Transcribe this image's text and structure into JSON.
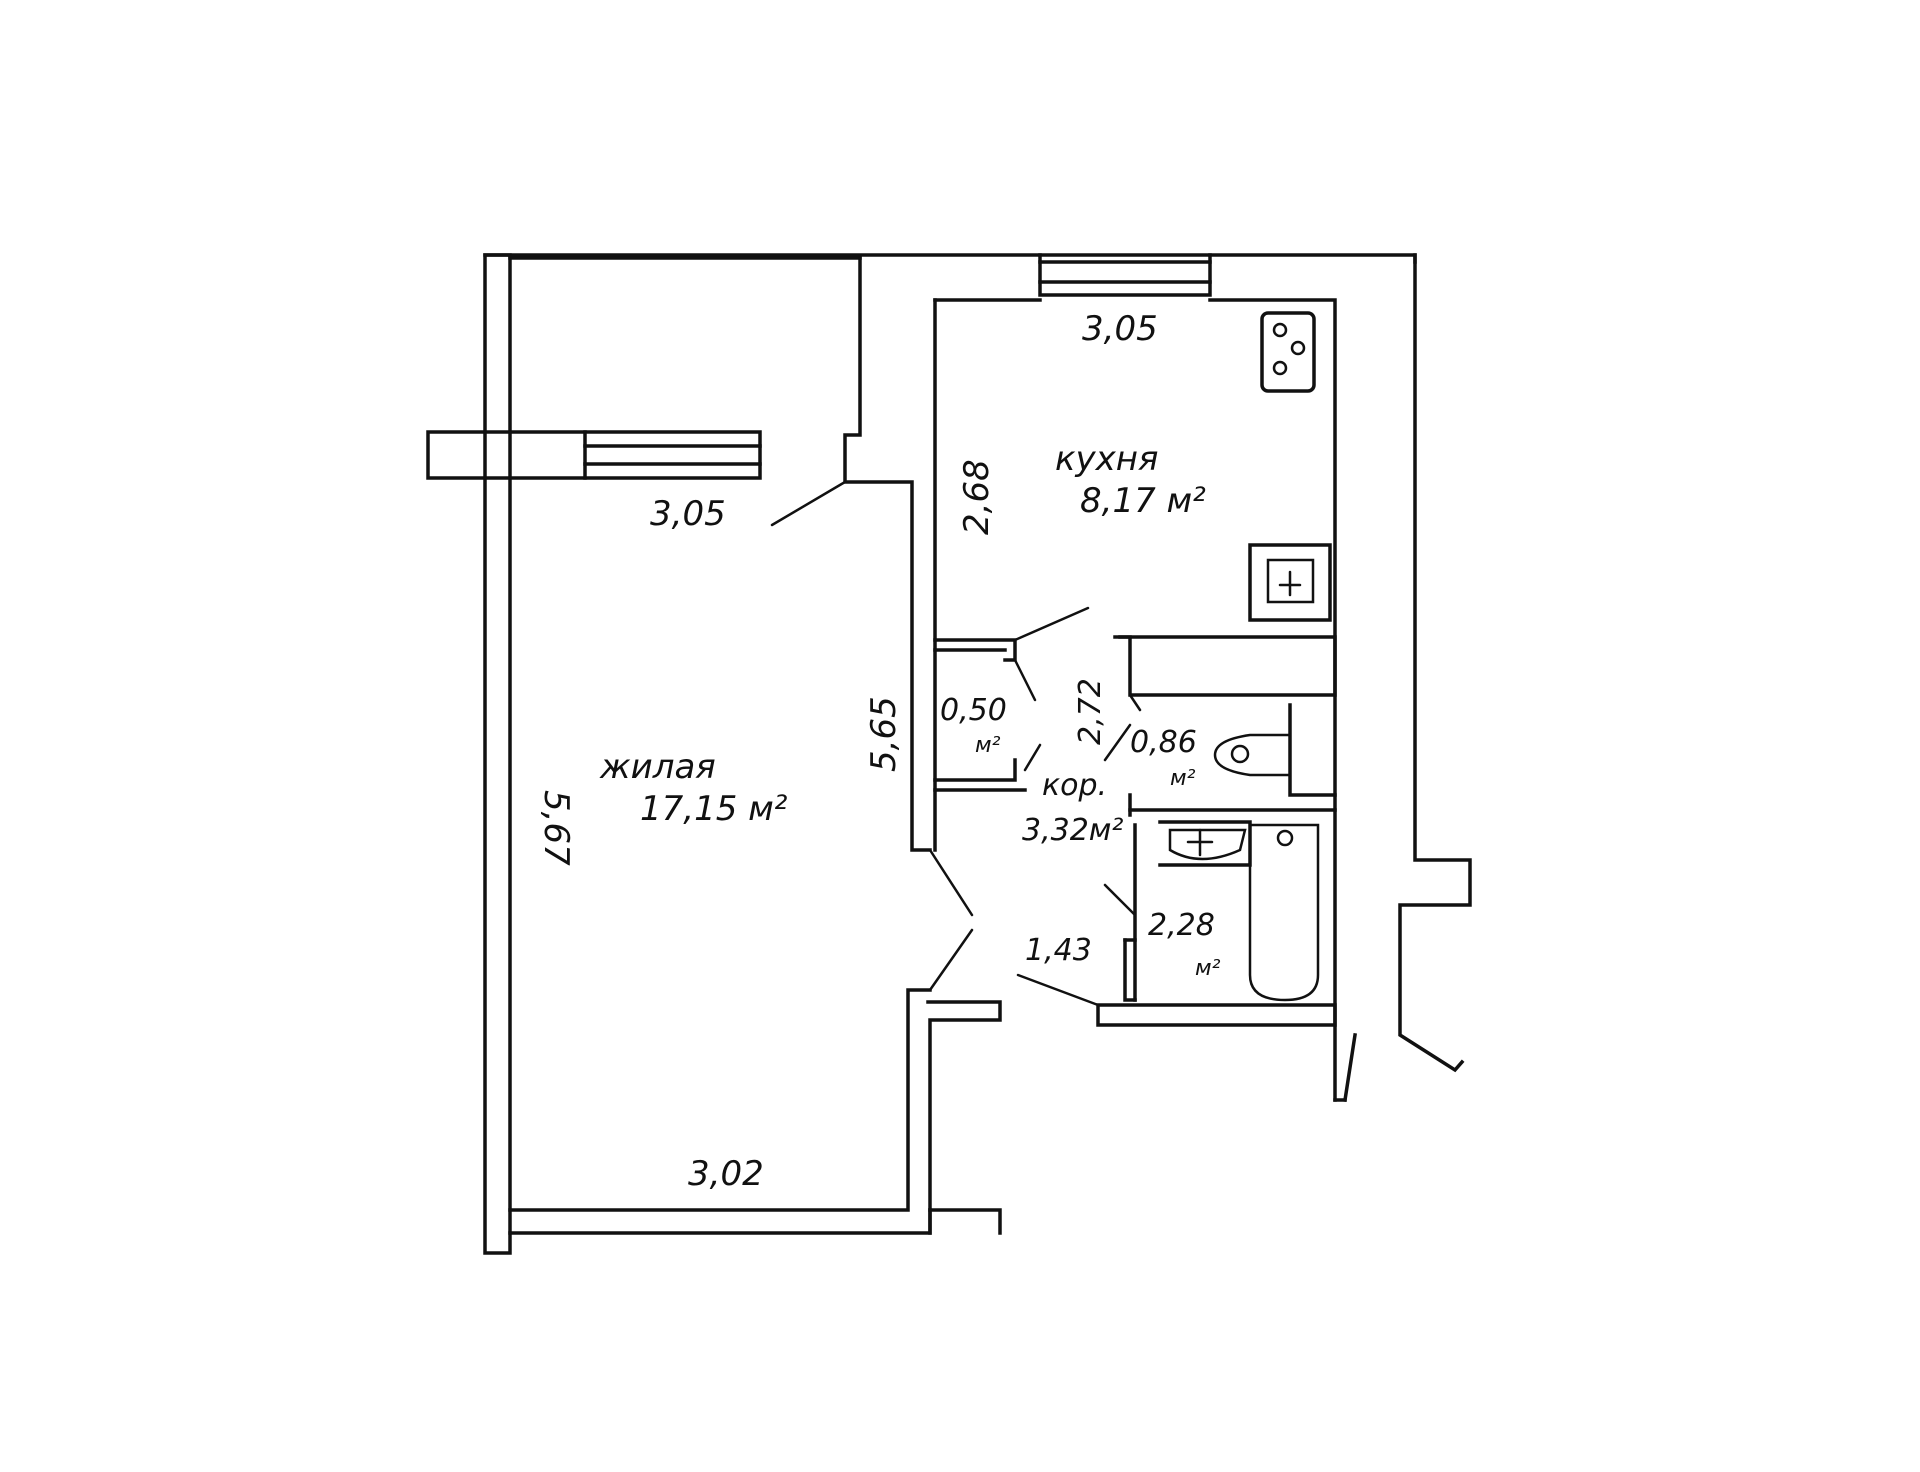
{
  "rooms": {
    "living": {
      "name": "жилая",
      "area": "17,15 м²"
    },
    "kitchen": {
      "name": "кухня",
      "area": "8,17 м²"
    },
    "closet": {
      "area": "0,50",
      "unit": "м²"
    },
    "corridor": {
      "name": "кор.",
      "area": "3,32м²"
    },
    "toilet": {
      "area": "0,86",
      "unit": "м²"
    },
    "bathroom": {
      "area": "2,28",
      "unit": "м²"
    }
  },
  "dimensions": {
    "living_top": "3,05",
    "living_bottom": "3,02",
    "living_left": "5,67",
    "living_right": "5,65",
    "kitchen_top": "3,05",
    "kitchen_left": "2,68",
    "corridor_height": "2,72",
    "corridor_width": "1,43"
  },
  "fixtures": [
    "stove-icon",
    "kitchen-sink-icon",
    "toilet-icon",
    "washbasin-icon",
    "bathtub-icon"
  ]
}
